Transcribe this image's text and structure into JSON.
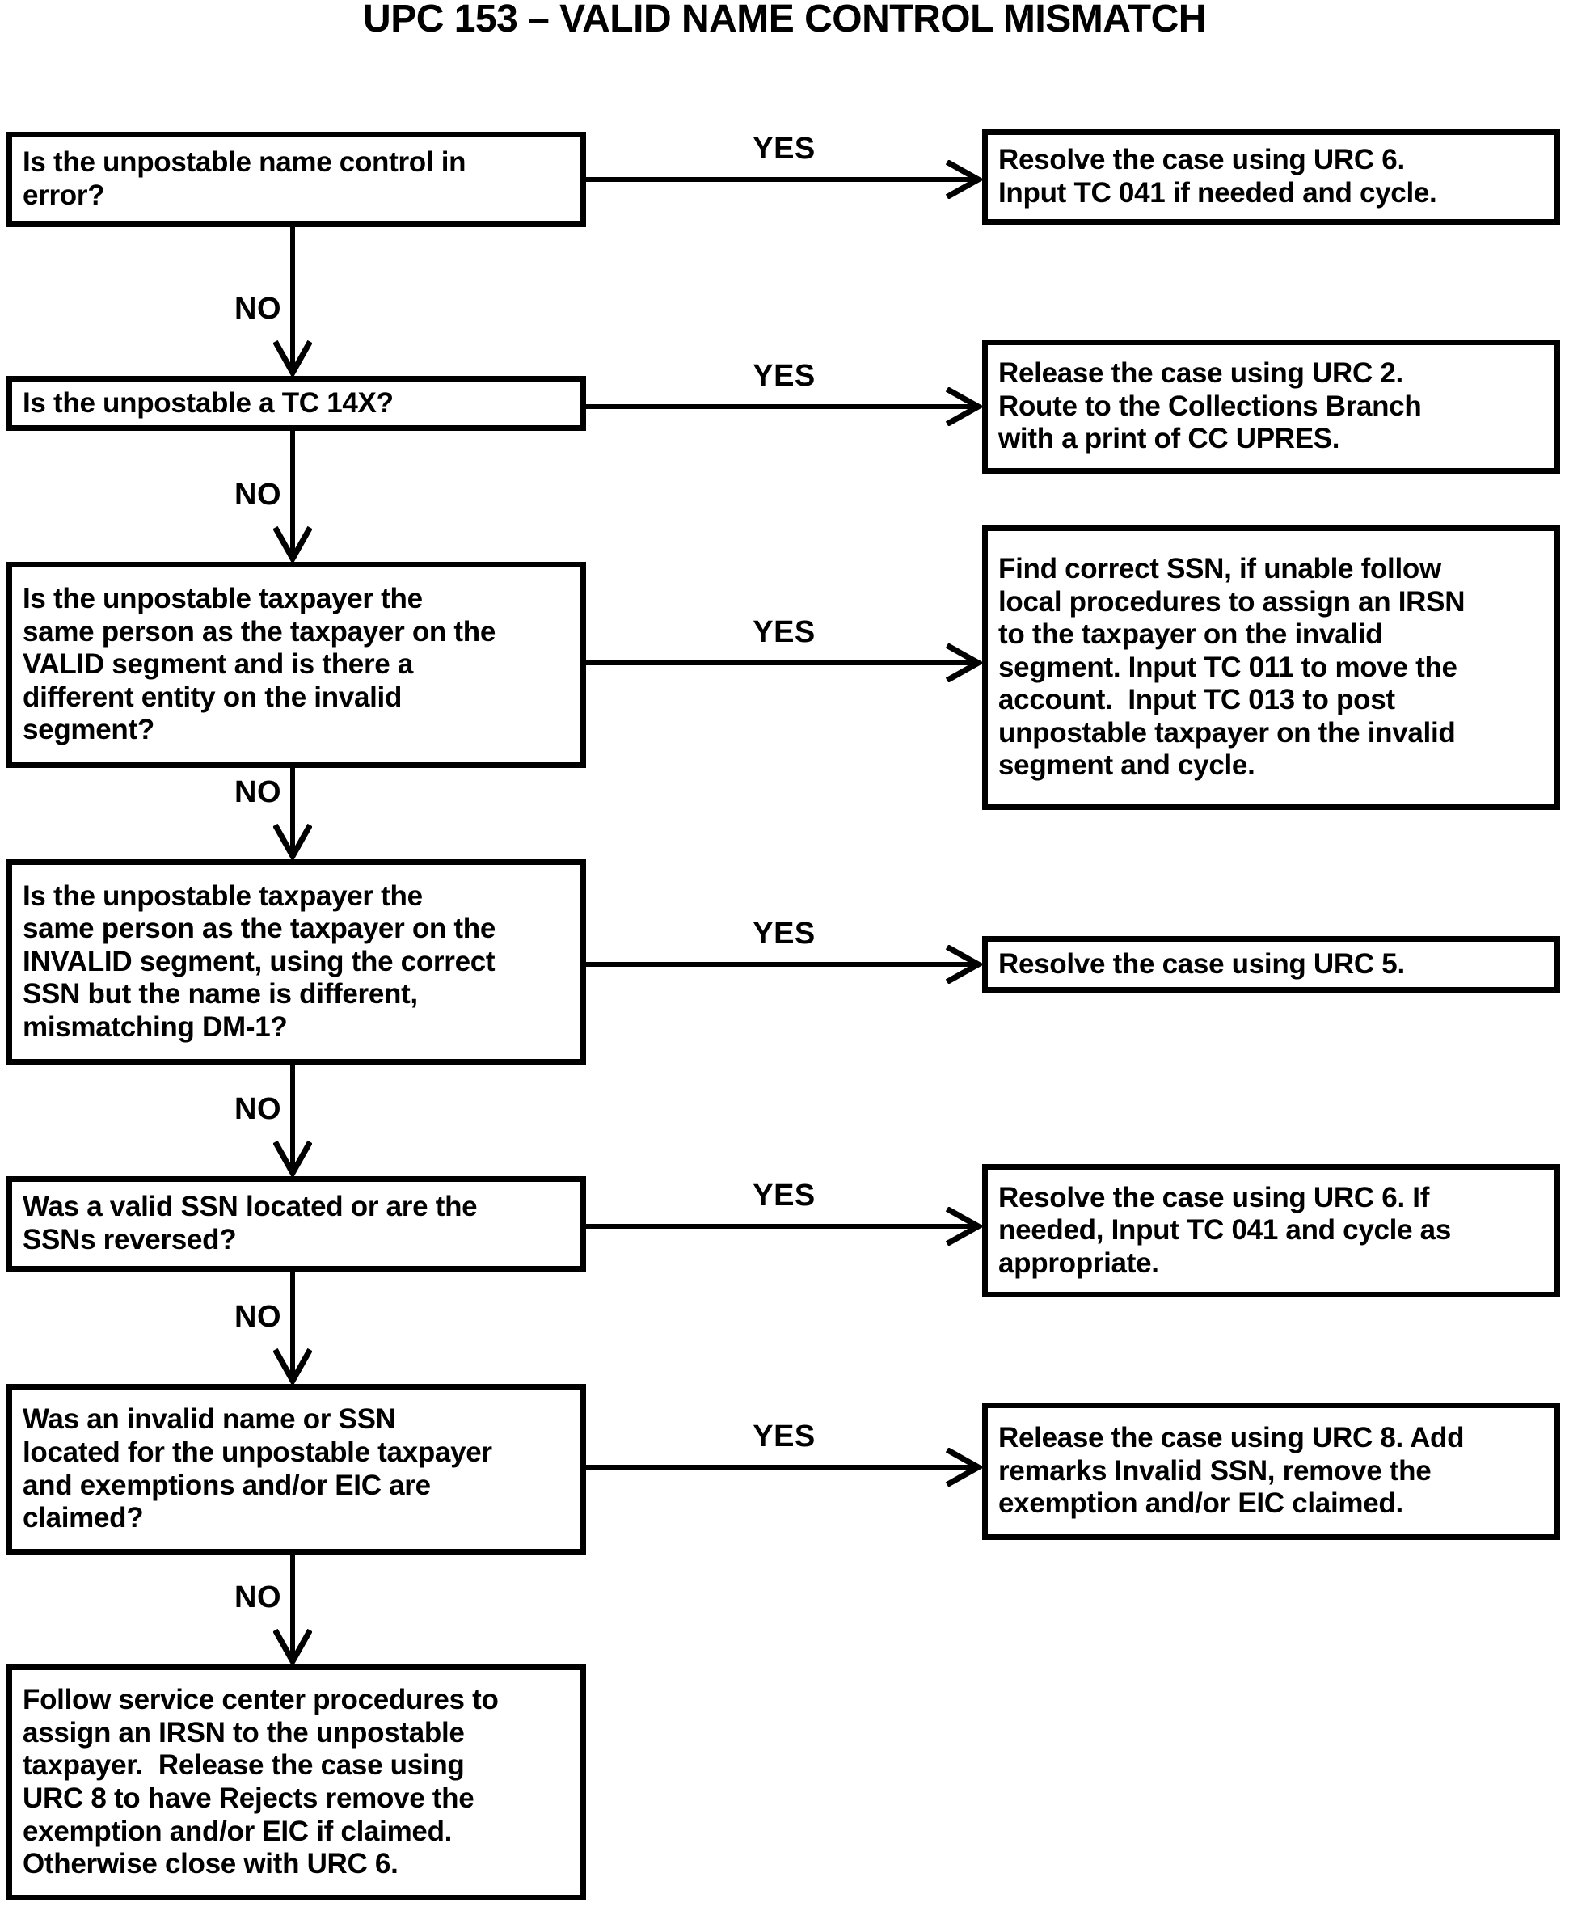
{
  "title": "UPC 153 – VALID NAME CONTROL MISMATCH",
  "colors": {
    "ink": "#000000",
    "paper": "#ffffff"
  },
  "connector_labels": {
    "yes": "YES",
    "no": "NO"
  },
  "flowchart": {
    "questions": [
      {
        "text": "Is the unpostable name control in\nerror?"
      },
      {
        "text": "Is the unpostable a TC 14X?"
      },
      {
        "text": "Is the unpostable taxpayer the\nsame person as the taxpayer on the\nVALID segment and is there a\ndifferent entity on the invalid\nsegment?"
      },
      {
        "text": "Is the unpostable taxpayer the\nsame person as the taxpayer on the\nINVALID segment, using the correct\nSSN but the name is different,\nmismatching DM-1?"
      },
      {
        "text": "Was a valid SSN located or are the\nSSNs reversed?"
      },
      {
        "text": "Was an invalid name or SSN\nlocated for the unpostable taxpayer\nand exemptions and/or EIC are\nclaimed?"
      }
    ],
    "answers": [
      {
        "text": "Resolve the case using URC 6.\nInput TC 041 if needed and cycle."
      },
      {
        "text": "Release the case using URC 2.\nRoute to the Collections Branch\nwith a print of CC UPRES."
      },
      {
        "text": "Find correct SSN, if unable follow\nlocal procedures to assign an IRSN\nto the taxpayer on the invalid\nsegment. Input TC 011 to move the\naccount.  Input TC 013 to post\nunpostable taxpayer on the invalid\nsegment and cycle."
      },
      {
        "text": "Resolve the case using URC 5."
      },
      {
        "text": "Resolve the case using URC 6. If\nneeded, Input TC 041 and cycle as\nappropriate."
      },
      {
        "text": "Release the case using URC 8. Add\nremarks Invalid SSN, remove the\nexemption and/or EIC claimed."
      }
    ],
    "terminal": {
      "text": "Follow service center procedures to\nassign an IRSN to the unpostable\ntaxpayer.  Release the case using\nURC 8 to have Rejects remove the\nexemption and/or EIC if claimed.\nOtherwise close with URC 6."
    }
  }
}
